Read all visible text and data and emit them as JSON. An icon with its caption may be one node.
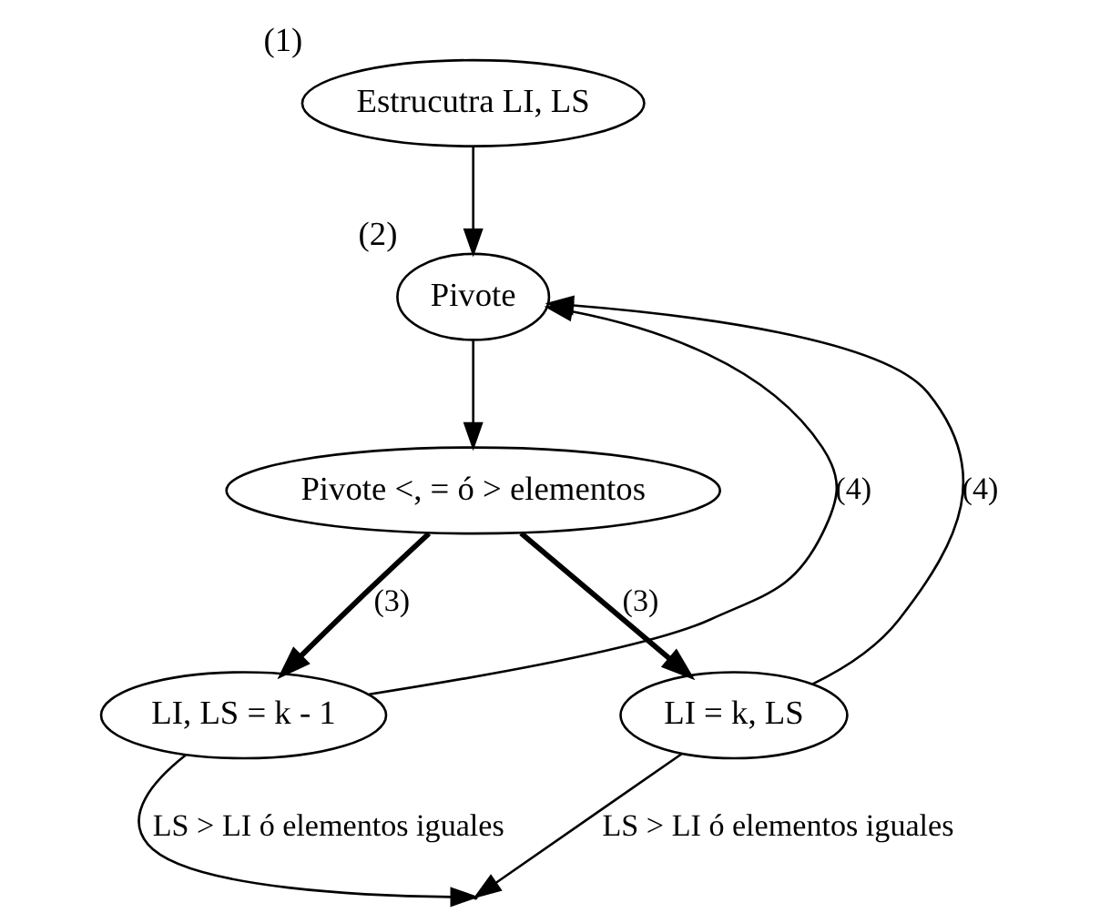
{
  "diagram": {
    "nodes": [
      {
        "text": [
          "Estrucutra LI, LS"
        ],
        "beside": [
          "(1)"
        ]
      },
      {
        "text": [
          "Pivote"
        ],
        "beside": [
          "(2)"
        ]
      },
      {
        "text": [
          "Pivote <, = ó > elementos"
        ]
      },
      {
        "text": [
          "LI, LS = k - 1"
        ]
      },
      {
        "text": [
          "LI = k, LS"
        ]
      }
    ],
    "edges": [
      {
        "from": 0,
        "to": 1,
        "arrow": "to"
      },
      {
        "from": 1,
        "to": 2,
        "arrow": "to"
      },
      {
        "from": 2,
        "to": 3,
        "arrow": "to",
        "label": "(3)",
        "style": "thick"
      },
      {
        "from": 2,
        "to": 4,
        "arrow": "to",
        "label": "(3)",
        "style": "thick"
      },
      {
        "from": 3,
        "to": 1,
        "arrow": "to",
        "label": "(4)"
      },
      {
        "from": 4,
        "to": 1,
        "arrow": "to",
        "label": "(4)"
      },
      {
        "from": 3,
        "to": null,
        "arrow": "to",
        "label": "LS > LI ó elementos iguales"
      },
      {
        "from": 4,
        "to": null,
        "arrow": "to",
        "label": "LS > LI ó elementos iguales"
      }
    ]
  }
}
